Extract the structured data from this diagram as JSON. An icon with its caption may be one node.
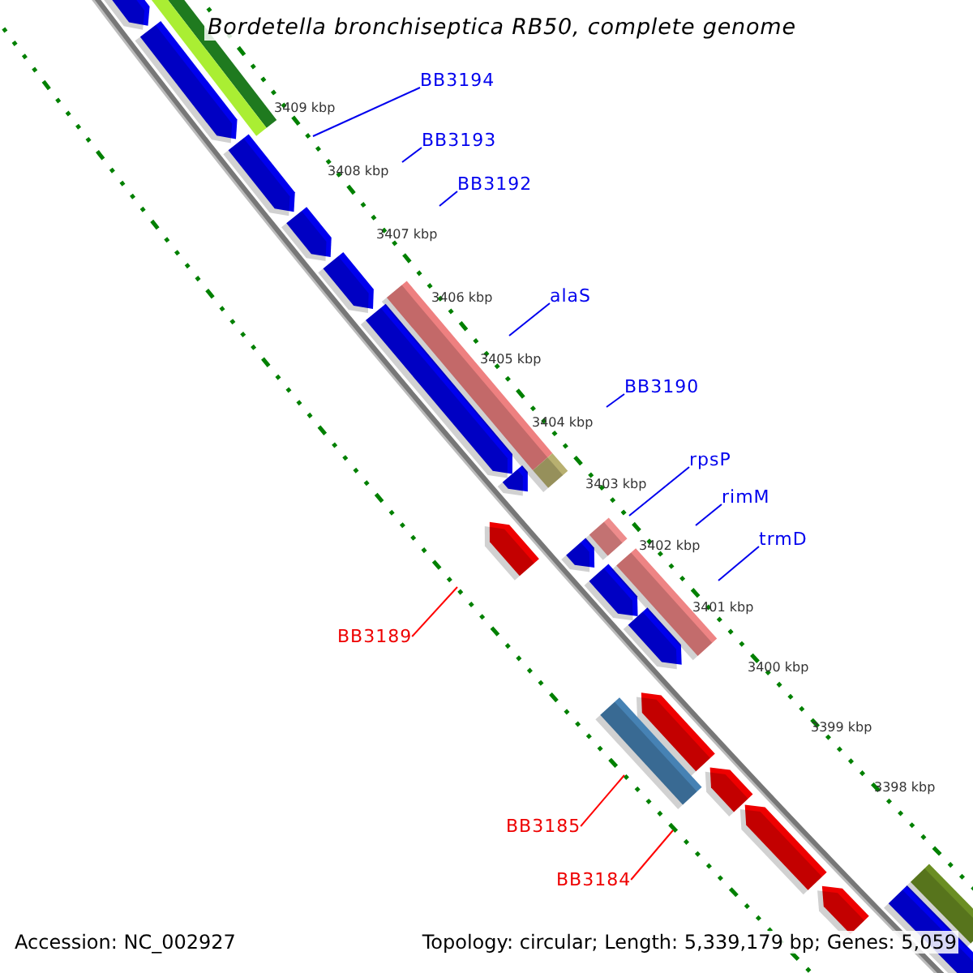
{
  "diagram": {
    "title": "Bordetella bronchiseptica RB50, complete genome",
    "nodes": [
      {
        "text": [
          "BB3194"
        ]
      },
      {
        "text": [
          "BB3193"
        ]
      },
      {
        "text": [
          "BB3192"
        ]
      },
      {
        "text": [
          "alaS"
        ]
      },
      {
        "text": [
          "BB3190"
        ]
      },
      {
        "text": [
          "rpsP"
        ]
      },
      {
        "text": [
          "rimM"
        ]
      },
      {
        "text": [
          "trmD"
        ]
      },
      {
        "text": [
          "BB3189"
        ]
      },
      {
        "text": [
          "BB3185"
        ]
      },
      {
        "text": [
          "BB3184"
        ]
      }
    ],
    "edges": [
      {
        "from": 0,
        "to": null,
        "arrow": "none"
      },
      {
        "from": 1,
        "to": null,
        "arrow": "none"
      },
      {
        "from": 2,
        "to": null,
        "arrow": "none"
      },
      {
        "from": 3,
        "to": null,
        "arrow": "none"
      },
      {
        "from": 4,
        "to": null,
        "arrow": "none"
      },
      {
        "from": 5,
        "to": null,
        "arrow": "none"
      },
      {
        "from": 6,
        "to": null,
        "arrow": "none"
      },
      {
        "from": 7,
        "to": null,
        "arrow": "none"
      },
      {
        "from": 8,
        "to": null,
        "arrow": "none",
        "color": "#ff0000"
      },
      {
        "from": 9,
        "to": null,
        "arrow": "none",
        "color": "#ff0000"
      },
      {
        "from": 10,
        "to": null,
        "arrow": "none",
        "color": "#ff0000"
      }
    ],
    "labels": [
      "3409 kbp",
      "3408 kbp",
      "3407 kbp",
      "3406 kbp",
      "3405 kbp",
      "3404 kbp",
      "3403 kbp",
      "3402 kbp",
      "3401 kbp",
      "3400 kbp",
      "3399 kbp",
      "3398 kbp",
      "Accession: NC_002927",
      "Topology: circular; Length: 5,339,179 bp; Genes: 5,059"
    ]
  }
}
